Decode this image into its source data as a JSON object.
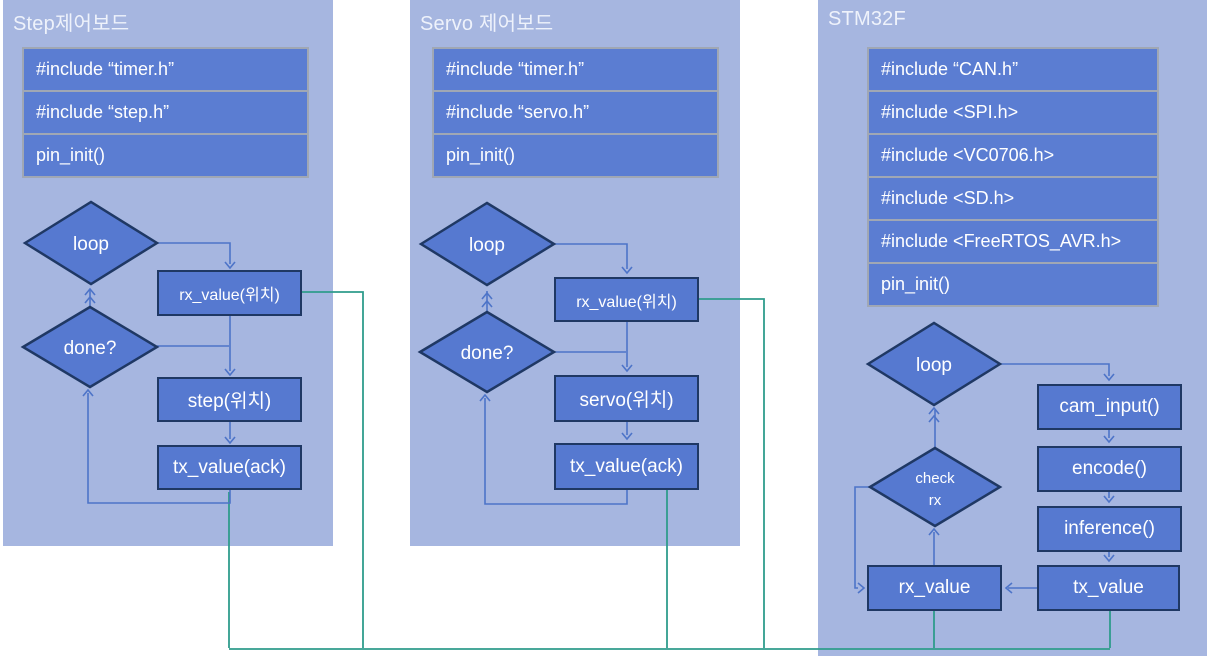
{
  "panels": [
    {
      "title": "Step제어보드",
      "includes": [
        "#include “timer.h”",
        "#include “step.h”",
        "pin_init()"
      ],
      "nodes": {
        "loop": "loop",
        "rx": "rx_value(위치)",
        "done": "done?",
        "action": "step(위치)",
        "tx": "tx_value(ack)"
      }
    },
    {
      "title": "Servo 제어보드",
      "includes": [
        "#include “timer.h”",
        "#include “servo.h”",
        "pin_init()"
      ],
      "nodes": {
        "loop": "loop",
        "rx": "rx_value(위치)",
        "done": "done?",
        "action": "servo(위치)",
        "tx": "tx_value(ack)"
      }
    },
    {
      "title": "STM32F",
      "includes": [
        "#include “CAN.h”",
        "#include <SPI.h>",
        "#include <VC0706.h>",
        "#include <SD.h>",
        "#include <FreeRTOS_AVR.h>",
        "pin_init()"
      ],
      "nodes": {
        "loop": "loop",
        "check1": "check",
        "check2": "rx",
        "cam": "cam_input()",
        "encode": "encode()",
        "inference": "inference()",
        "tx": "tx_value",
        "rx": "rx_value"
      }
    }
  ],
  "colors": {
    "panel_bg": "#a6b6e0",
    "node_fill": "#5679d0",
    "include_fill": "#5b7dd2",
    "node_border": "#1f3864",
    "include_border": "#a0a7b4",
    "connector_blue": "#4d74c8",
    "bus_green": "#2f9c8c",
    "text": "#ffffff"
  }
}
